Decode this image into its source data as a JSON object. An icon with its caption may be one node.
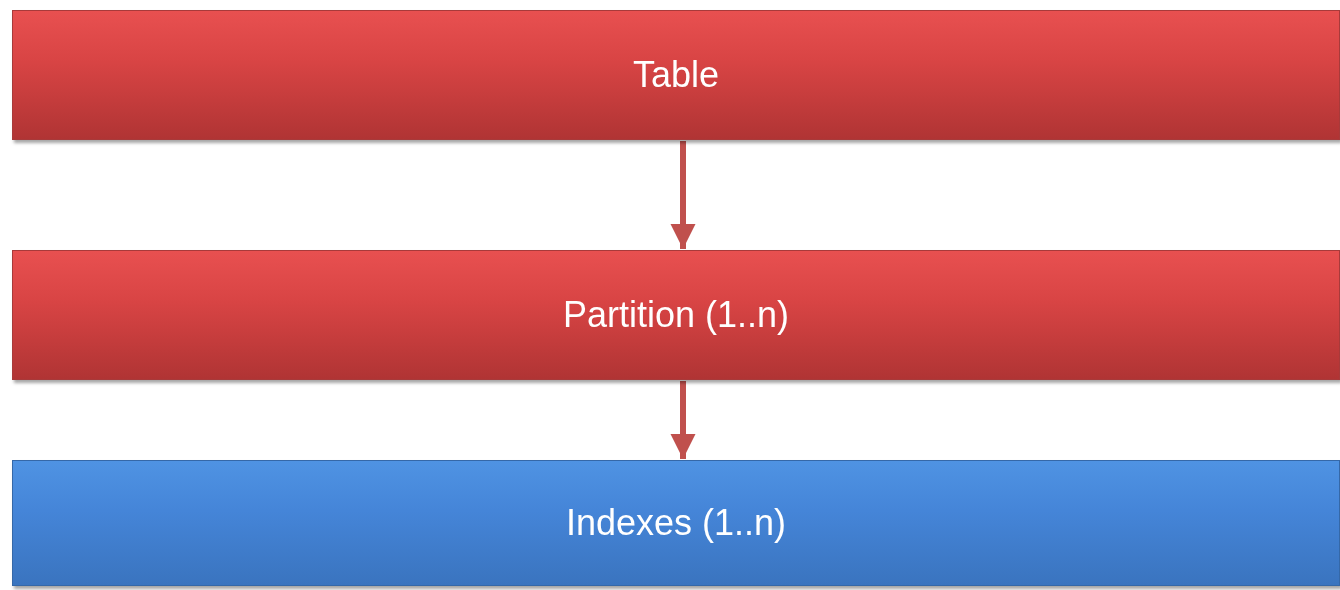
{
  "diagram": {
    "nodes": [
      {
        "text": [
          "Table"
        ]
      },
      {
        "text": [
          "Partition (1..n)"
        ]
      },
      {
        "text": [
          "Indexes (1..n)"
        ]
      }
    ],
    "edges": [
      {
        "from": 0,
        "to": 1,
        "arrow": "to"
      },
      {
        "from": 1,
        "to": 2,
        "arrow": "to"
      }
    ]
  }
}
